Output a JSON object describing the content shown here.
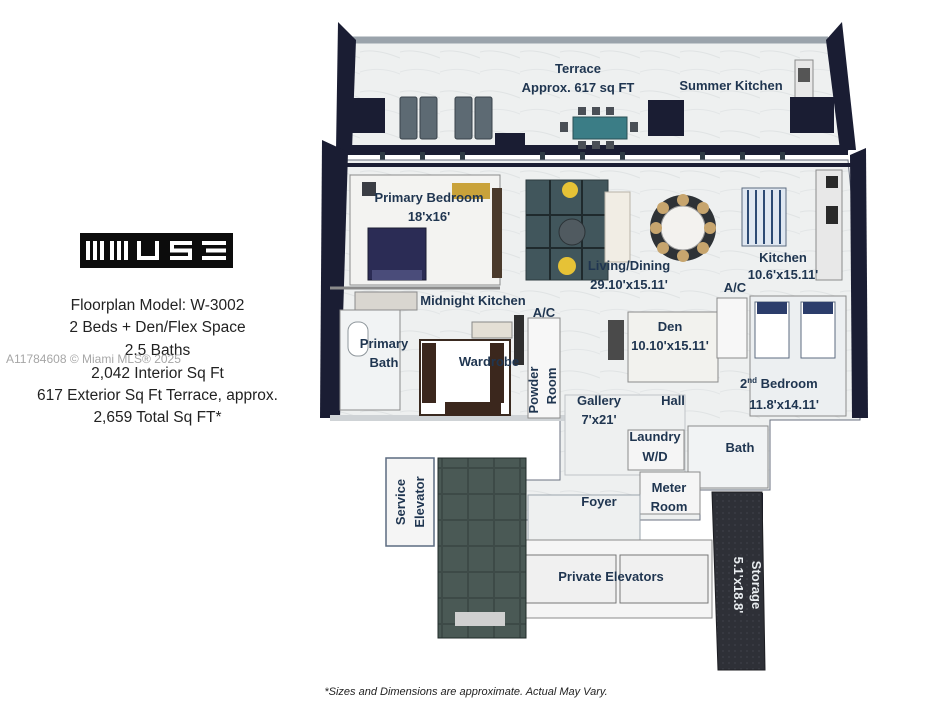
{
  "brand": {
    "logo_text": "MUSE"
  },
  "info": {
    "model": "Floorplan Model: W-3002",
    "beds": "2 Beds + Den/Flex Space",
    "baths": "2.5 Baths",
    "interior": "2,042 Interior Sq Ft",
    "exterior": "617 Exterior Sq Ft Terrace, approx.",
    "total": "2,659 Total Sq FT*"
  },
  "watermark": "A11784608 © Miami MLS® 2025",
  "rooms": {
    "terrace": "Terrace",
    "terrace_area": "Approx. 617 sq FT",
    "summer_kitchen": "Summer Kitchen",
    "primary_bedroom": "Primary Bedroom",
    "primary_bedroom_dim": "18'x16'",
    "living_dining": "Living/Dining",
    "living_dining_dim": "29.10'x15.11'",
    "kitchen": "Kitchen",
    "kitchen_dim": "10.6'x15.11'",
    "midnight_kitchen": "Midnight Kitchen",
    "ac_1": "A/C",
    "ac_2": "A/C",
    "primary_bath_1": "Primary",
    "primary_bath_2": "Bath",
    "wardrobe": "Wardrobe",
    "powder_1": "Powder",
    "powder_2": "Room",
    "den": "Den",
    "den_dim": "10.10'x15.11'",
    "second_bedroom_num": "2",
    "second_bedroom_sup": "nd",
    "second_bedroom": "Bedroom",
    "second_bedroom_dim": "11.8'x14.11'",
    "gallery": "Gallery",
    "gallery_dim": "7'x21'",
    "hall": "Hall",
    "laundry": "Laundry",
    "laundry_wd": "W/D",
    "bath": "Bath",
    "meter_1": "Meter",
    "meter_2": "Room",
    "foyer": "Foyer",
    "service_1": "Service",
    "service_2": "Elevator",
    "private_elevators": "Private Elevators",
    "storage": "Storage",
    "storage_dim": "5.1'x18.8'"
  },
  "footnote": "*Sizes and Dimensions are approximate. Actual May Vary."
}
